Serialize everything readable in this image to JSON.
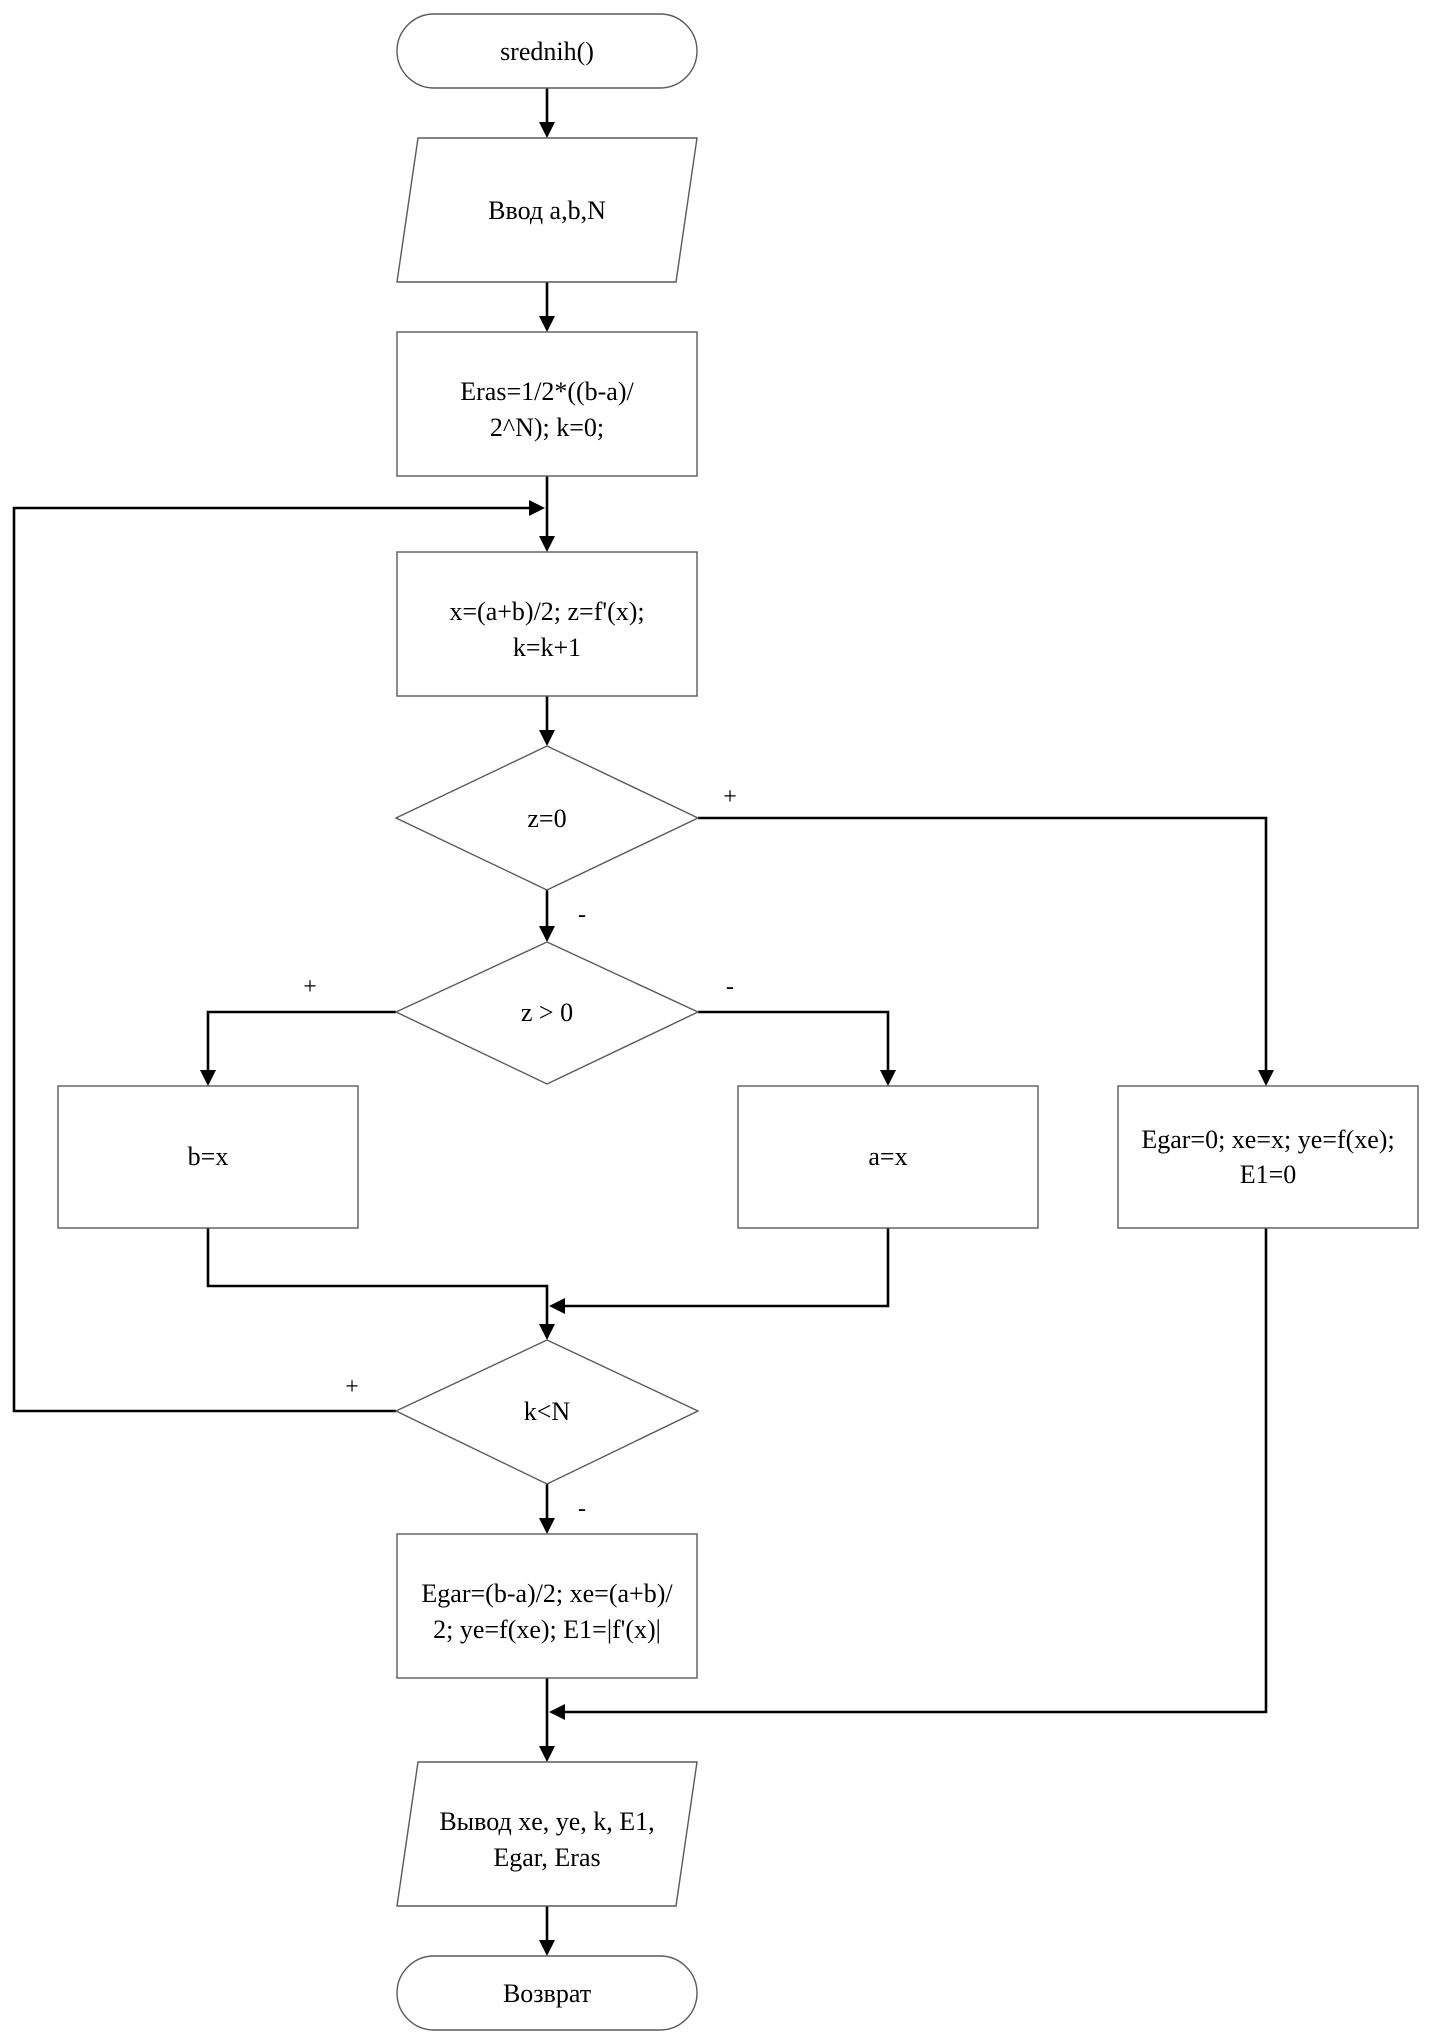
{
  "flowchart": {
    "start": "srednih()",
    "input": "Ввод a,b,N",
    "init": [
      "Eras=1/2*((b-a)/",
      "2^N); k=0;"
    ],
    "midpoint": [
      "x=(a+b)/2; z=f'(x);",
      "k=k+1"
    ],
    "cond_zero": "z=0",
    "cond_positive": "z > 0",
    "assign_b": "b=x",
    "assign_a": "a=x",
    "exact_result": [
      "Egar=0; xe=x; ye=f(xe);",
      "E1=0"
    ],
    "cond_loop": "k<N",
    "approx_result": [
      "Egar=(b-a)/2; xe=(a+b)/",
      "2; ye=f(xe); E1=|f'(x)|"
    ],
    "output": [
      "Вывод xe, ye, k, E1,",
      "Egar, Eras"
    ],
    "end": "Возврат",
    "branch_labels": {
      "zero_yes": "+",
      "zero_no": "-",
      "positive_yes": "+",
      "positive_no": "-",
      "loop_yes": "+",
      "loop_no": "-"
    }
  }
}
